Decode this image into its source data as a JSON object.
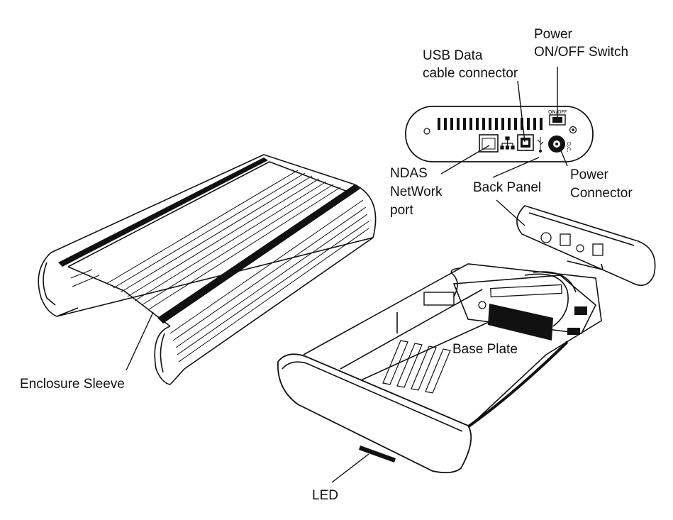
{
  "labels": {
    "power_switch": [
      "Power",
      "ON/OFF Switch"
    ],
    "usb_connector": [
      "USB Data",
      "cable connector"
    ],
    "ndas_port": [
      "NDAS",
      "NetWork",
      "port"
    ],
    "back_panel": "Back Panel",
    "power_connector": [
      "Power",
      "Connector"
    ],
    "enclosure_sleeve": "Enclosure Sleeve",
    "base_plate": "Base Plate",
    "led": "LED"
  },
  "panel_markings": {
    "switch": "ON/OFF",
    "dc": "D.C."
  },
  "colors": {
    "ink": "#111111",
    "background": "#ffffff",
    "panel_fill": "#ffffff"
  }
}
